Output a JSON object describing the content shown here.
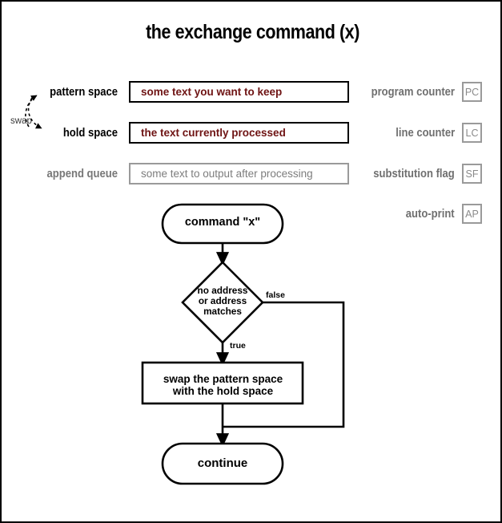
{
  "title": "the exchange command (x)",
  "colors": {
    "border": "#000000",
    "active_text": "#6e1313",
    "muted_text": "#7d7d7d",
    "muted_label": "#777777",
    "flag_label": "#6f6f6f",
    "flag_border": "#9a9a9a"
  },
  "registers": [
    {
      "label": "pattern space",
      "value": "some text you want to keep",
      "state": "active"
    },
    {
      "label": "hold space",
      "value": "the text currently processed",
      "state": "active"
    },
    {
      "label": "append queue",
      "value": "some text to output after processing",
      "state": "muted"
    }
  ],
  "annotation": {
    "swap_label": "swap"
  },
  "flags": [
    {
      "label": "program counter",
      "code": "PC"
    },
    {
      "label": "line counter",
      "code": "LC"
    },
    {
      "label": "substitution flag",
      "code": "SF"
    },
    {
      "label": "auto-print",
      "code": "AP"
    }
  ],
  "flowchart": {
    "start": "command \"x\"",
    "decision_line1": "no address",
    "decision_line2": "or address",
    "decision_line3": "matches",
    "branch_false": "false",
    "branch_true": "true",
    "process_line1": "swap the pattern space",
    "process_line2": "with the hold space",
    "end": "continue"
  }
}
